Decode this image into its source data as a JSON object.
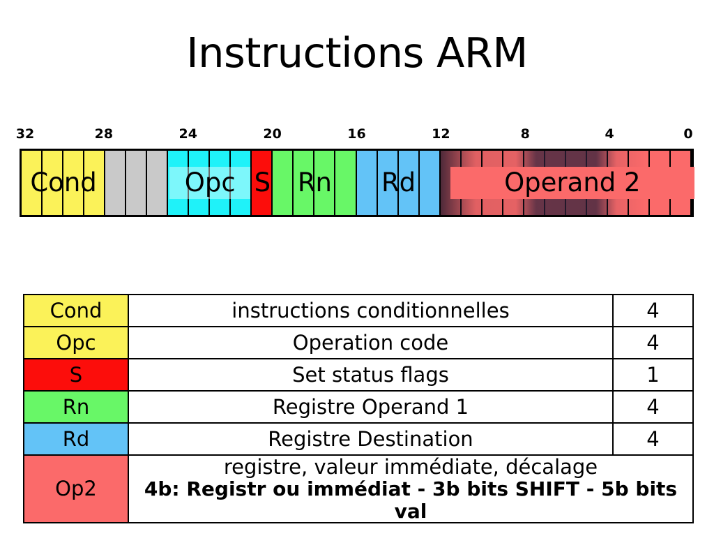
{
  "title": "Instructions ARM",
  "ruler": {
    "ticks": [
      "32",
      "28",
      "24",
      "20",
      "16",
      "12",
      "8",
      "4",
      "0"
    ]
  },
  "bitfield": {
    "fields": [
      {
        "name": "Cond",
        "label": "Cond",
        "bits": 4,
        "color": "#fbf259",
        "label_bg": "rgba(255,255,255,0.00)",
        "show_label": true
      },
      {
        "name": "unused",
        "label": "",
        "bits": 3,
        "color": "#c9c9c9",
        "label_bg": "rgba(255,255,255,0.00)",
        "show_label": false
      },
      {
        "name": "Opc",
        "label": "Opc",
        "bits": 4,
        "color": "#1ff2f9",
        "label_bg": "rgba(255,255,255,0.42)",
        "show_label": true
      },
      {
        "name": "S",
        "label": "S",
        "bits": 1,
        "color": "#fc0d0b",
        "label_bg": "rgba(255,255,255,0.00)",
        "show_label": true
      },
      {
        "name": "Rn",
        "label": "Rn",
        "bits": 4,
        "color": "#68f767",
        "label_bg": "rgba(255,255,255,0.00)",
        "show_label": true
      },
      {
        "name": "Rd",
        "label": "Rd",
        "bits": 4,
        "color": "#63c3f7",
        "label_bg": "rgba(255,255,255,0.00)",
        "show_label": true
      },
      {
        "name": "Operand 2",
        "label": "Operand 2",
        "bits": 12,
        "color": "#fb6a6a",
        "label_bg": "#fb6a6a",
        "show_label": true
      }
    ],
    "total_bits": 32
  },
  "table": {
    "rows": [
      {
        "field": "Cond",
        "color": "#fbf259",
        "description": "instructions conditionnelles",
        "description2": "",
        "count": "4",
        "spans": false
      },
      {
        "field": "Opc",
        "color": "#fbf259",
        "description": "Operation code",
        "description2": "",
        "count": "4",
        "spans": false
      },
      {
        "field": "S",
        "color": "#fc0d0b",
        "description": "Set status flags",
        "description2": "",
        "count": "1",
        "spans": false
      },
      {
        "field": "Rn",
        "color": "#68f767",
        "description": "Registre Operand 1",
        "description2": "",
        "count": "4",
        "spans": false
      },
      {
        "field": "Rd",
        "color": "#63c3f7",
        "description": "Registre Destination",
        "description2": "",
        "count": "4",
        "spans": false
      },
      {
        "field": "Op2",
        "color": "#fb6a6a",
        "description": "registre, valeur immédiate, décalage",
        "description2": "4b: Registr ou immédiat - 3b bits SHIFT - 5b bits val",
        "count": "",
        "spans": true
      }
    ]
  }
}
